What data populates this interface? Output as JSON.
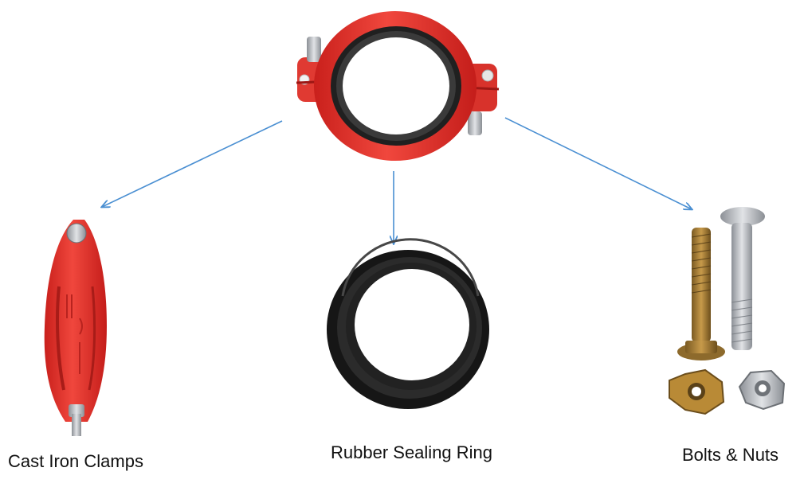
{
  "components": {
    "coupling": {
      "icon": "grooved-coupling-assembly"
    },
    "clamp": {
      "caption": "Cast Iron Clamps",
      "icon": "cast-iron-clamp-half"
    },
    "ring": {
      "caption": "Rubber Sealing Ring",
      "icon": "rubber-sealing-ring"
    },
    "hardware": {
      "caption": "Bolts & Nuts",
      "icon": "bolts-and-nuts"
    }
  },
  "colors": {
    "clamp_red": "#e8362f",
    "arrow_blue": "#4a8fd2",
    "rubber_black": "#1a1a1a"
  }
}
